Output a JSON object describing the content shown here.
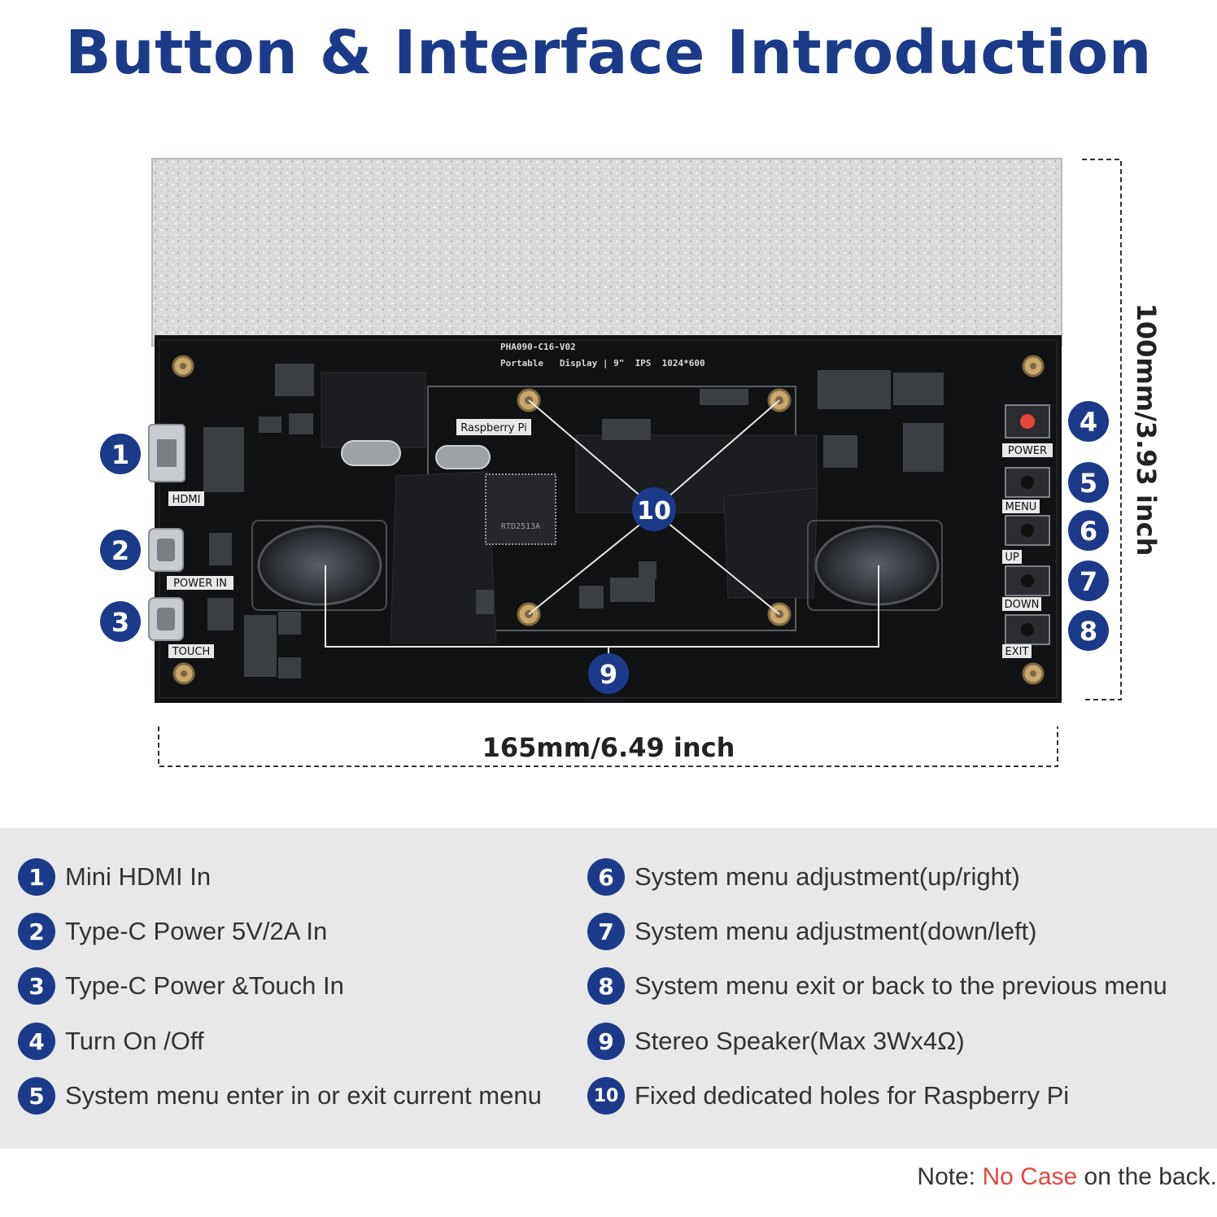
{
  "title": "Button & Interface Introduction",
  "board": {
    "model_line1": "PHA090-C16-V02",
    "model_line2": "Portable   Display | 9\"  IPS  1024*600",
    "chip_label": "RTD2513A",
    "raspberry_label": "Raspberry Pi",
    "ports": {
      "hdmi": "HDMI",
      "power_in": "POWER IN",
      "touch": "TOUCH"
    },
    "buttons": {
      "power": "POWER",
      "menu": "MENU",
      "up": "UP",
      "down": "DOWN",
      "exit": "EXIT"
    }
  },
  "dimensions": {
    "width_text": "165mm/6.49 inch",
    "height_text": "100mm/3.93 inch"
  },
  "callouts": [
    "1",
    "2",
    "3",
    "4",
    "5",
    "6",
    "7",
    "8",
    "9",
    "10"
  ],
  "legend": [
    {
      "num": "1",
      "text": "Mini HDMI In"
    },
    {
      "num": "2",
      "text": "Type-C Power 5V/2A In"
    },
    {
      "num": "3",
      "text": "Type-C Power &Touch In"
    },
    {
      "num": "4",
      "text": "Turn On /Off"
    },
    {
      "num": "5",
      "text": "System menu enter in or exit current menu"
    },
    {
      "num": "6",
      "text": "System menu adjustment(up/right)"
    },
    {
      "num": "7",
      "text": "System menu adjustment(down/left)"
    },
    {
      "num": "8",
      "text": "System menu exit or back to the previous menu"
    },
    {
      "num": "9",
      "text": "Stereo Speaker(Max 3Wx4Ω)"
    },
    {
      "num": "10",
      "text": "Fixed dedicated holes for Raspberry Pi"
    }
  ],
  "note": {
    "prefix": "Note:",
    "highlight": "No Case",
    "suffix": "on the back."
  },
  "colors": {
    "accent": "#1d3a8a",
    "highlight": "#e8453c",
    "board": "#111111",
    "panel": "#d6d8da"
  }
}
